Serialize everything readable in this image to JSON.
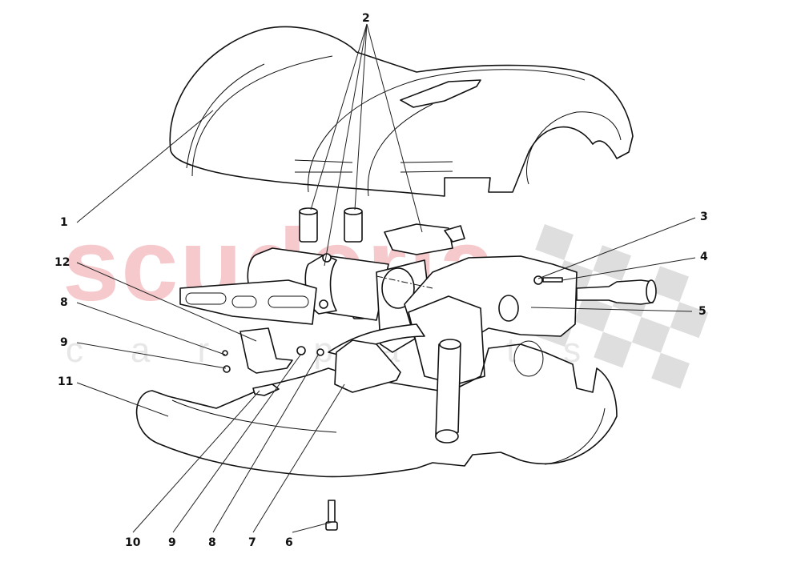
{
  "diagram": {
    "type": "exploded-parts-diagram",
    "subject": "steering column shroud assembly",
    "watermark": {
      "main": "scuderia",
      "sub": "car parts",
      "main_color": "#f6c9cc",
      "checker_color": "#dcdcdc"
    },
    "callouts": [
      {
        "id": "c1",
        "label": "1",
        "part": "upper shroud cover"
      },
      {
        "id": "c2",
        "label": "2",
        "part": "clips / ignition lock (3 leaders)"
      },
      {
        "id": "c3",
        "label": "3",
        "part": "washer"
      },
      {
        "id": "c4",
        "label": "4",
        "part": "screw"
      },
      {
        "id": "c5",
        "label": "5",
        "part": "combination switch"
      },
      {
        "id": "c6",
        "label": "6",
        "part": "screw"
      },
      {
        "id": "c7",
        "label": "7",
        "part": "bracket"
      },
      {
        "id": "c8a",
        "label": "8",
        "part": "screw (bracket side)"
      },
      {
        "id": "c8b",
        "label": "8",
        "part": "screw (lower)"
      },
      {
        "id": "c9a",
        "label": "9",
        "part": "washer (bracket side)"
      },
      {
        "id": "c9b",
        "label": "9",
        "part": "washer (lower)"
      },
      {
        "id": "c10",
        "label": "10",
        "part": "clip nut"
      },
      {
        "id": "c11",
        "label": "11",
        "part": "lower shroud cover"
      },
      {
        "id": "c12",
        "label": "12",
        "part": "bracket"
      }
    ],
    "labels": {
      "l1": "1",
      "l2": "2",
      "l3": "3",
      "l4": "4",
      "l5": "5",
      "l6": "6",
      "l7": "7",
      "l8a": "8",
      "l8b": "8",
      "l9a": "9",
      "l9b": "9",
      "l10": "10",
      "l11": "11",
      "l12": "12"
    }
  }
}
